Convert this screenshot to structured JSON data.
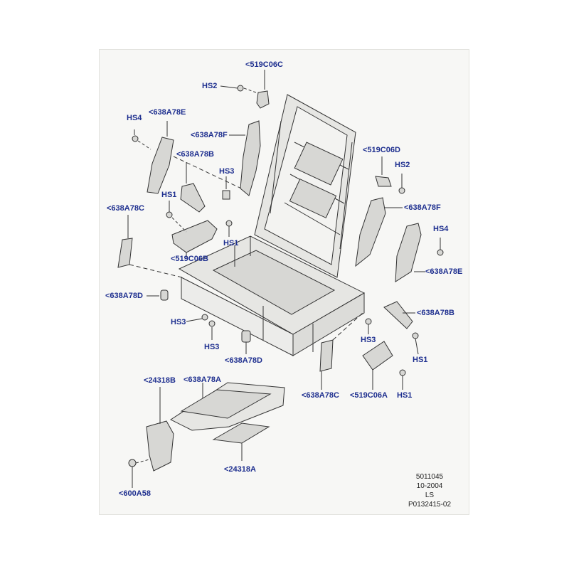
{
  "colors": {
    "callout_text": "#1e2f8f",
    "line": "#333333",
    "part_fill": "#d7d7d4",
    "frame_fill": "#e6e6e3"
  },
  "labels": {
    "c519C06C": "<519C06C",
    "hs2_top": "HS2",
    "hs4_left": "HS4",
    "c638A78E_left": "<638A78E",
    "c638A78F_left": "<638A78F",
    "c638A78B_left": "<638A78B",
    "hs3_top": "HS3",
    "hs1_left_top": "HS1",
    "c638A78C_left": "<638A78C",
    "hs1_left_mid": "HS1",
    "c519C06B": "<519C06B",
    "c638A78D_left": "<638A78D",
    "hs3_left": "HS3",
    "hs3_bottom": "HS3",
    "c638A78D_bottom": "<638A78D",
    "c519C06D": "<519C06D",
    "hs2_right": "HS2",
    "c638A78F_right": "<638A78F",
    "hs4_right": "HS4",
    "c638A78E_right": "<638A78E",
    "c638A78B_right": "<638A78B",
    "hs3_right": "HS3",
    "hs1_right_top": "HS1",
    "c638A78C_bottom": "<638A78C",
    "c519C06A": "<519C06A",
    "hs1_right_bottom": "HS1",
    "c24318B": "<24318B",
    "c638A78A": "<638A78A",
    "c24318A": "<24318A",
    "c600A58": "<600A58"
  },
  "footer": {
    "code": "5011045",
    "date": "10-2004",
    "line3": "LS",
    "ref": "P0132415-02"
  }
}
